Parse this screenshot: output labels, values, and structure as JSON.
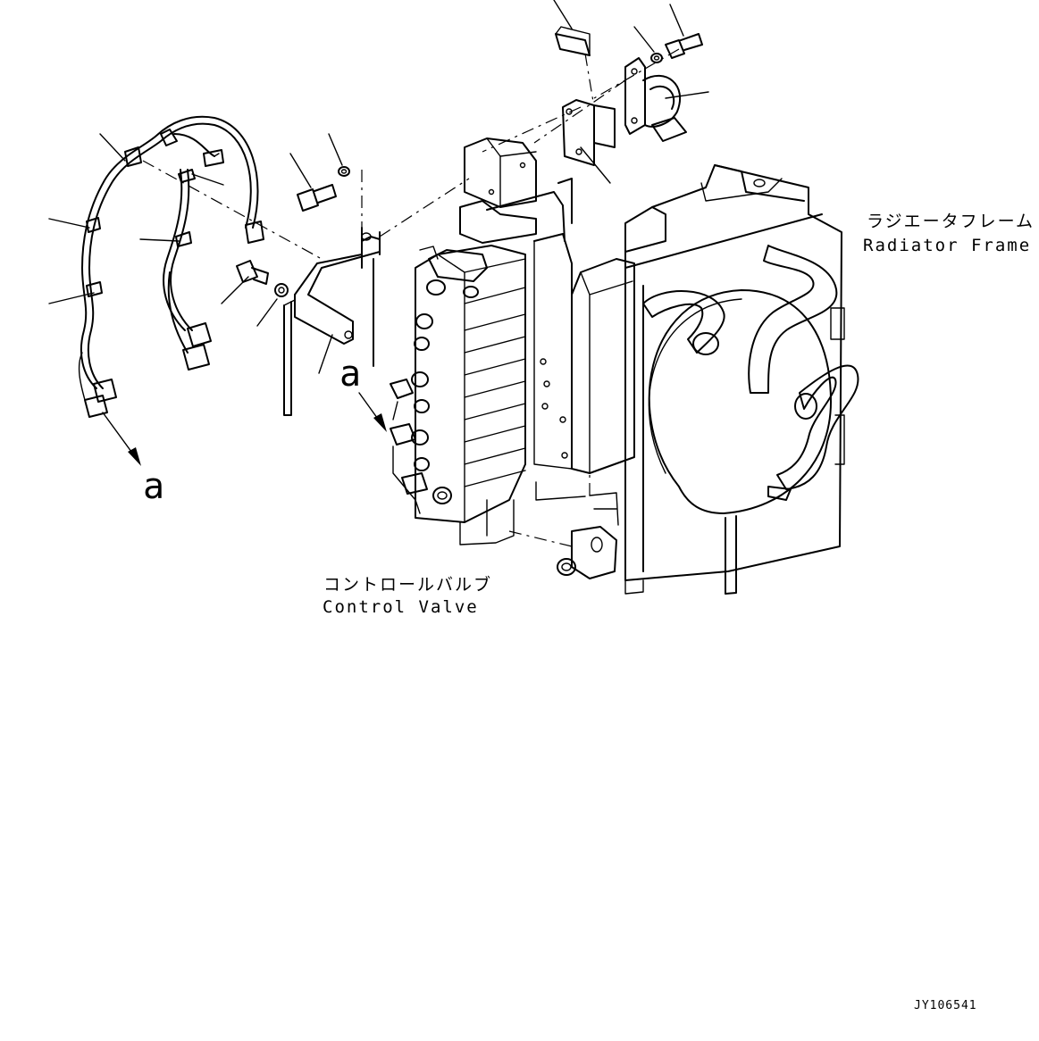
{
  "labels": {
    "radiator_frame_jp": "ラジエータフレーム",
    "radiator_frame_en": "Radiator Frame",
    "control_valve_jp": "コントロールバルブ",
    "control_valve_en": "Control Valve",
    "view_marker_harness": "a",
    "view_marker_valve": "a",
    "drawing_code": "JY106541"
  }
}
